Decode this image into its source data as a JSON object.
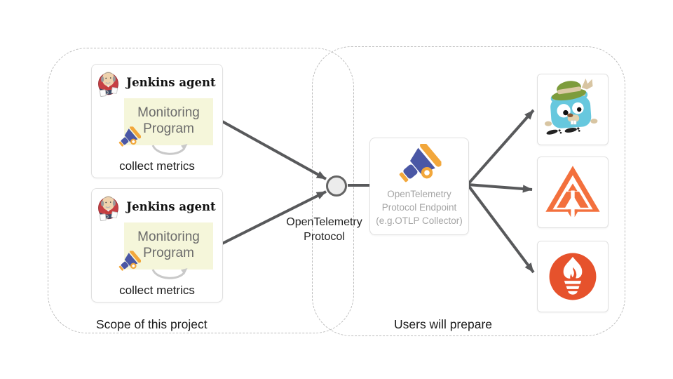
{
  "groups": {
    "scope_label": "Scope of this project",
    "users_label": "Users will prepare"
  },
  "agents": [
    {
      "title": "Jenkins agent",
      "program_line1": "Monitoring",
      "program_line2": "Program",
      "caption": "collect metrics"
    },
    {
      "title": "Jenkins agent",
      "program_line1": "Monitoring",
      "program_line2": "Program",
      "caption": "collect metrics"
    }
  ],
  "protocol_label": {
    "line1": "OpenTelemetry",
    "line2": "Protocol"
  },
  "endpoint": {
    "line1": "OpenTelemetry",
    "line2": "Protocol Endpoint",
    "line3": "(e.g.OTLP Collector)"
  },
  "backends": [
    {
      "icon": "jaeger-gopher-logo"
    },
    {
      "icon": "zipkin-pyramid-arrow-logo"
    },
    {
      "icon": "prometheus-flame-logo"
    }
  ],
  "icons": {
    "agent_badge": "jenkins-mascot-icon",
    "program_badge": "telescope-icon",
    "endpoint_badge": "telescope-icon",
    "program_loop": "loop-arrow-icon"
  },
  "colors": {
    "arrow": "#58595b",
    "dashed_boundary": "#bcbcbc",
    "program_box_bg": "#f5f6da",
    "telescope_blue": "#4a57a5",
    "telescope_orange": "#f2a73b",
    "jenkins_red": "#c63f44",
    "gopher_blue": "#67c8de",
    "hat_green": "#7d9c3c",
    "pyramid_orange": "#f3703d",
    "prometheus_orange": "#e6522c"
  }
}
